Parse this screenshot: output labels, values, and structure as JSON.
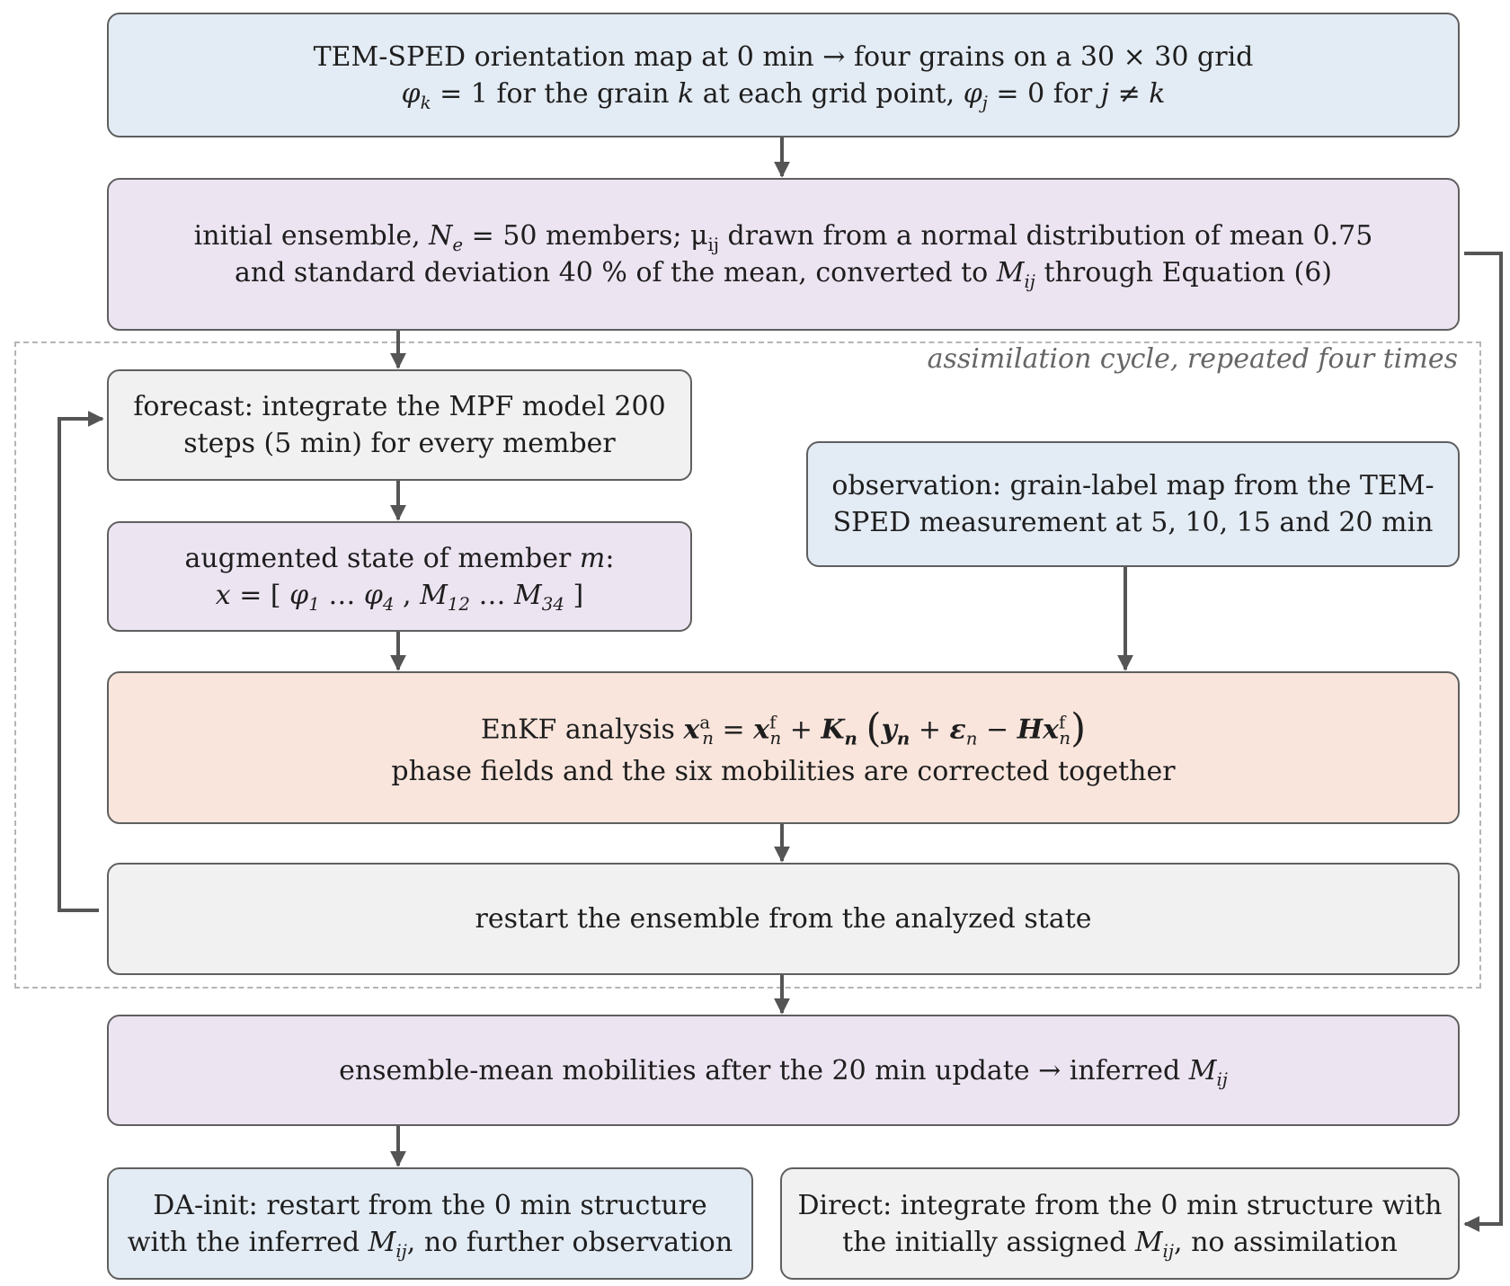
{
  "nodes": {
    "n1": {
      "line1": "TEM-SPED orientation map at 0 min → four grains on a 30 × 30 grid",
      "line2_a": "φ",
      "line2_a_sub": "k",
      "line2_b": " = 1 for the grain ",
      "line2_k": "k",
      "line2_c": " at each grid point, ",
      "line2_d": "φ",
      "line2_d_sub": "j",
      "line2_e": " = 0 for ",
      "line2_f": "j ≠ k"
    },
    "n2": {
      "line1_a": "initial ensemble, ",
      "line1_N": "N",
      "line1_N_sub": "e",
      "line1_b": " = 50 members; μ",
      "line1_mu_sub": "ij",
      "line1_c": " drawn from a normal distribution of mean 0.75",
      "line2_a": "and standard deviation 40 % of the mean, converted to ",
      "line2_M": "M",
      "line2_M_sub": "ij",
      "line2_b": " through Equation (6)"
    },
    "cycle_label": "assimilation cycle, repeated four times",
    "n3": {
      "line1": "forecast: integrate the MPF model 200",
      "line2": "steps (5 min) for every member"
    },
    "n4": {
      "line1_a": "augmented state of member ",
      "line1_m": "m",
      "line1_b": ":",
      "x": "x",
      "eq": " = [ ",
      "phi1": "φ",
      "phi1_sub": "1",
      "dots1": " … ",
      "phi4": "φ",
      "phi4_sub": "4",
      "comma": " , ",
      "M12": "M",
      "M12_sub": "12",
      "dots2": " … ",
      "M34": "M",
      "M34_sub": "34",
      "close": " ]"
    },
    "n5": {
      "line1": "observation: grain-label map from the TEM-",
      "line2": "SPED measurement at 5, 10, 15 and 20 min"
    },
    "n6": {
      "label": "EnKF analysis  ",
      "x1": "x",
      "x1_sup": "a",
      "x1_sub": "n",
      "eq": " = ",
      "x2": "x",
      "x2_sup": "f",
      "x2_sub": "n",
      "plus1": " + ",
      "K": "K",
      "K_sub": "n",
      "lp": "(",
      "y": "y",
      "y_sub": "n",
      "plus2": " + ",
      "eps": "ε",
      "eps_sub": "n",
      "minus": " − ",
      "H": "H",
      "x3": "x",
      "x3_sup": "f",
      "x3_sub": "n",
      "rp": ")",
      "line2": "phase fields and the six mobilities are corrected together"
    },
    "n7": {
      "line1": "restart the ensemble from the analyzed state"
    },
    "n8": {
      "line1_a": "ensemble-mean mobilities after the 20 min update → inferred ",
      "M": "M",
      "M_sub": "ij"
    },
    "n9": {
      "line1": "DA-init: restart from the 0 min structure",
      "line2_a": "with the inferred ",
      "line2_M": "M",
      "line2_M_sub": "ij",
      "line2_b": ", no further observation"
    },
    "n10": {
      "line1": "Direct: integrate from the 0 min structure with",
      "line2_a": "the initially assigned ",
      "line2_M": "M",
      "line2_M_sub": "ij",
      "line2_b": ", no assimilation"
    }
  },
  "colors": {
    "blue": "#e3ebf4",
    "purple": "#ede4f2",
    "grey": "#f1f1f1",
    "peach": "#f9e5dc",
    "border": "#5f5f5f",
    "arrow": "#555555",
    "dashed": "#b5b5b5"
  }
}
